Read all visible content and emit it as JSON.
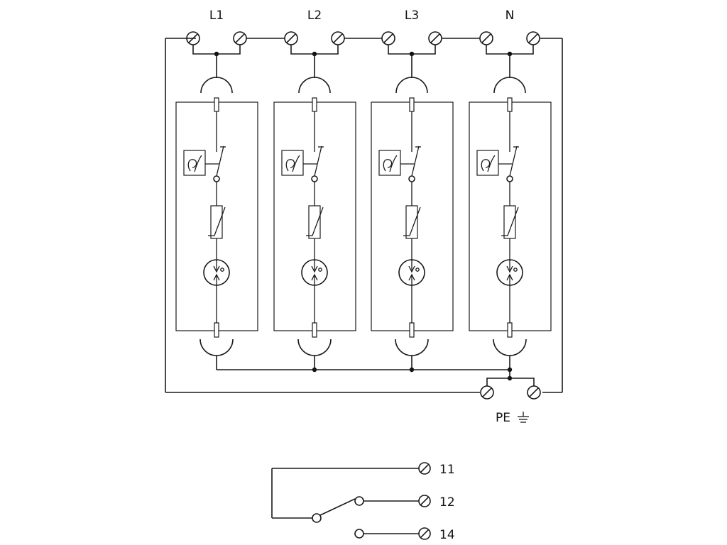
{
  "phases": [
    {
      "label": "L1"
    },
    {
      "label": "L2"
    },
    {
      "label": "L3"
    },
    {
      "label": "N"
    }
  ],
  "pe_label": "PE",
  "contacts": [
    {
      "label": "11"
    },
    {
      "label": "12"
    },
    {
      "label": "14"
    }
  ]
}
